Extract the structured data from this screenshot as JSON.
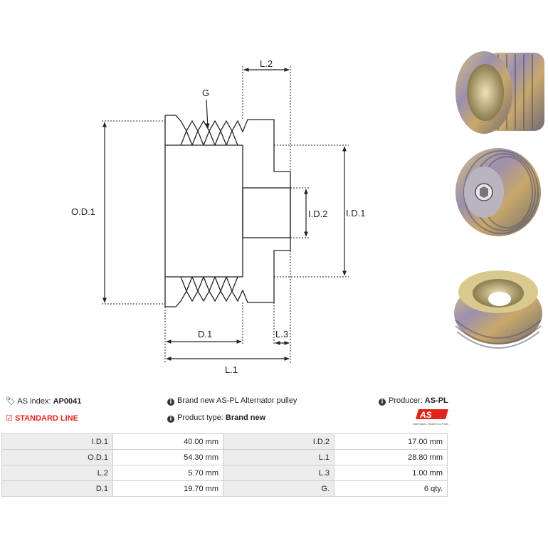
{
  "drawing": {
    "labels": {
      "od1": "O.D.1",
      "id1": "I.D.1",
      "id2": "I.D.2",
      "d1": "D.1",
      "l1": "L.1",
      "l2": "L.2",
      "l3": "L.3",
      "g": "G"
    }
  },
  "info": {
    "index_label": "AS index:",
    "index_value": "AP0041",
    "line": "STANDARD LINE",
    "description": "Brand new AS-PL Alternator pulley",
    "type_label": "Product type:",
    "type_value": "Brand new",
    "producer_label": "Producer:",
    "producer_value": "AS-PL",
    "logo_text": "AS",
    "logo_tagline": "Alternators, Starters & Parts"
  },
  "specs": {
    "rows": [
      {
        "l1": "I.D.1",
        "v1": "40.00 mm",
        "l2": "I.D.2",
        "v2": "17.00 mm"
      },
      {
        "l1": "O.D.1",
        "v1": "54.30 mm",
        "l2": "L.1",
        "v2": "28.80 mm"
      },
      {
        "l1": "L.2",
        "v1": "5.70 mm",
        "l2": "L.3",
        "v2": "1.00 mm"
      },
      {
        "l1": "D.1",
        "v1": "19.70 mm",
        "l2": "G.",
        "v2": "6 qty."
      }
    ]
  },
  "colors": {
    "accent": "#e2231a",
    "table_label_bg": "#ececec",
    "border": "#cfcfcf"
  }
}
